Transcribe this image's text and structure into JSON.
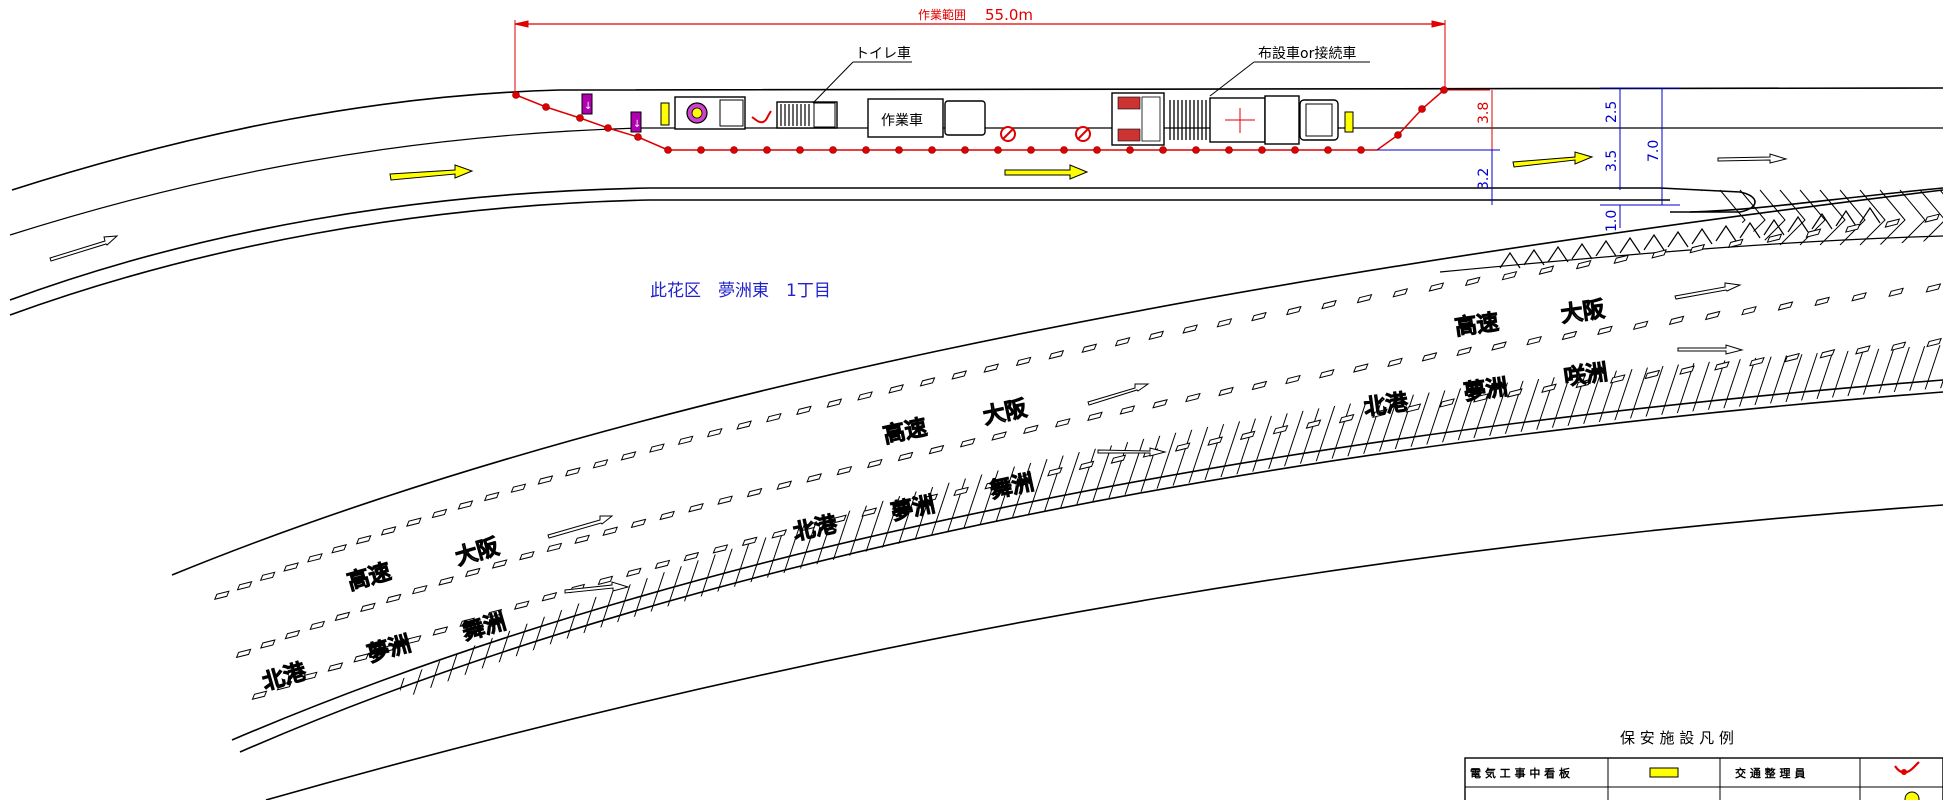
{
  "work_range": {
    "label": "作業範囲",
    "length": "55.0m"
  },
  "callouts": {
    "toilet_truck": "トイレ車",
    "laying_truck": "布設車or接続車"
  },
  "vehicles": {
    "work_truck": "作業車"
  },
  "location": "此花区　夢洲東　1丁目",
  "dimensions": {
    "d_3_8": "3.8",
    "d_3_2": "3.2",
    "d_2_5": "2.5",
    "d_3_5": "3.5",
    "d_7_0": "7.0",
    "d_1_0": "1.0"
  },
  "road_markings": {
    "word_1": "高速",
    "word_2": "大阪",
    "word_3": "北港",
    "word_4": "夢洲",
    "word_5": "舞洲",
    "word_6": "咲洲"
  },
  "legend": {
    "title": "保 安 施 設 凡 例",
    "row1": {
      "item1": "電 気 工 事 中 看 板",
      "item2": "交 通 整 理 員"
    }
  },
  "colors": {
    "safety_line": "#e00000",
    "dimension_blue": "#0000cc",
    "dimension_red": "#e00000",
    "arrow_yellow": "#ffff00",
    "sign_purple": "#b000b0",
    "location_text": "#2222cc"
  }
}
